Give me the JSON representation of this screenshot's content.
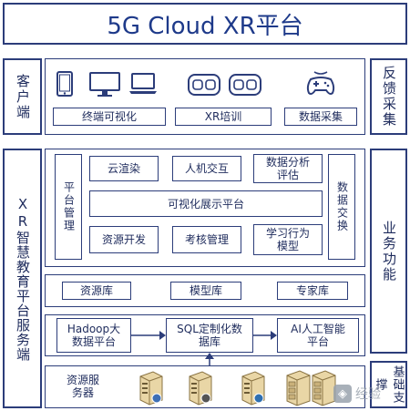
{
  "title": "5G Cloud XR平台",
  "left": {
    "client": "客户端",
    "platform": "XR智慧教育平台服务端"
  },
  "right": {
    "feedback": "反馈采集",
    "business": "业务功能",
    "support": "基础支撑"
  },
  "client_row": {
    "boxes": [
      "终端可视化",
      "XR培训",
      "数据采集"
    ],
    "icons": [
      "tablet-icon",
      "desktop-monitor-icon",
      "laptop-icon",
      "vr-headset-icon",
      "vr-headset-icon",
      "gamepad-icon"
    ]
  },
  "business_area": {
    "platform_mgmt": "平台管理",
    "data_exchange": "数据交换",
    "top": [
      "云渲染",
      "人机交互",
      "数据分析评估"
    ],
    "center": "可视化展示平台",
    "bottom": [
      "资源开发",
      "考核管理",
      "学习行为模型"
    ]
  },
  "libraries": [
    "资源库",
    "模型库",
    "专家库"
  ],
  "data_layer": [
    "Hadoop大数据平台",
    "SQL定制化数据库",
    "AI人工智能平台"
  ],
  "servers": {
    "label": "资源服务器",
    "icons": [
      "server-icon",
      "server-icon",
      "server-icon",
      "server-icon",
      "server-icon"
    ]
  },
  "watermark": "经验"
}
